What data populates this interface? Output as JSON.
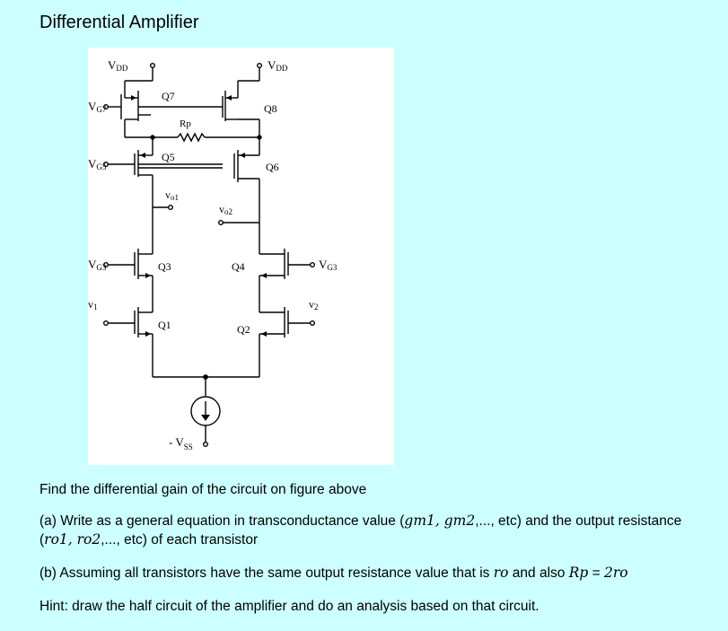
{
  "title": "Differential Amplifier",
  "diagram": {
    "labels": {
      "vdd_left": "V",
      "vdd_left_sub": "DD",
      "vdd_right": "V",
      "vdd_right_sub": "DD",
      "vg7": "V",
      "vg7_sub": "G7",
      "vg5": "V",
      "vg5_sub": "G5",
      "vg3_left": "V",
      "vg3_left_sub": "G3",
      "vg3_right": "V",
      "vg3_right_sub": "G3",
      "q7": "Q7",
      "q8": "Q8",
      "q5": "Q5",
      "q6": "Q6",
      "q3": "Q3",
      "q4": "Q4",
      "q1": "Q1",
      "q2": "Q2",
      "rp": "Rp",
      "vo1": "v",
      "vo1_sub": "o1",
      "vo2": "v",
      "vo2_sub": "o2",
      "v1": "v",
      "v1_sub": "1",
      "v2": "v",
      "v2_sub": "2",
      "vss": "- V",
      "vss_sub": "SS"
    }
  },
  "question": {
    "intro": "Find the differential gain of the circuit on figure above",
    "a_pre": "(a) Write as a general equation in transconductance value (",
    "a_math1": "gm1, gm2",
    "a_mid": ",..., etc) and the output resistance",
    "a_line2_pre": "(",
    "a_math2": "ro1, ro2",
    "a_line2_post": ",..., etc) of each transistor",
    "b_pre": "(b) Assuming all transistors have the same output resistance value that is ",
    "b_math1": "ro",
    "b_mid": " and also ",
    "b_math2": "Rp",
    "b_eq": " = ",
    "b_math3": "2ro",
    "hint": "Hint: draw the half circuit of the amplifier and do an analysis based on that circuit."
  }
}
